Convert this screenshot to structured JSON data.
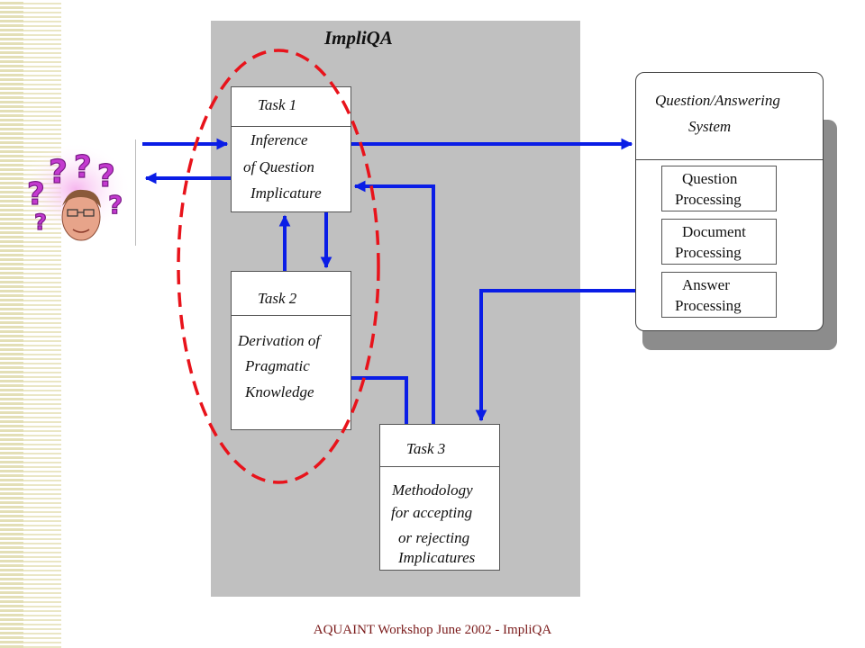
{
  "panel": {
    "title": "ImpliQA"
  },
  "task1": {
    "header": "Task 1",
    "lines": [
      "Inference",
      "of Question",
      "Implicature"
    ]
  },
  "task2": {
    "header": "Task 2",
    "lines": [
      "Derivation of",
      "Pragmatic",
      "Knowledge"
    ]
  },
  "task3": {
    "header": "Task 3",
    "lines": [
      "Methodology",
      "for accepting",
      "or rejecting",
      "Implicatures"
    ]
  },
  "qa_system": {
    "title_lines": [
      "Question/Answering",
      "System"
    ],
    "modules": [
      {
        "lines": [
          "Question",
          "Processing"
        ]
      },
      {
        "lines": [
          "Document",
          "Processing"
        ]
      },
      {
        "lines": [
          "Answer",
          "Processing"
        ]
      }
    ]
  },
  "footer": "AQUAINT Workshop June 2002 - ImpliQA",
  "colors": {
    "arrow": "#0a1de6",
    "ellipse": "#e8131b",
    "panel": "#c0c0c0",
    "footer": "#7a1a1a"
  },
  "icons": {
    "user_image": "confused-person-with-question-marks"
  }
}
